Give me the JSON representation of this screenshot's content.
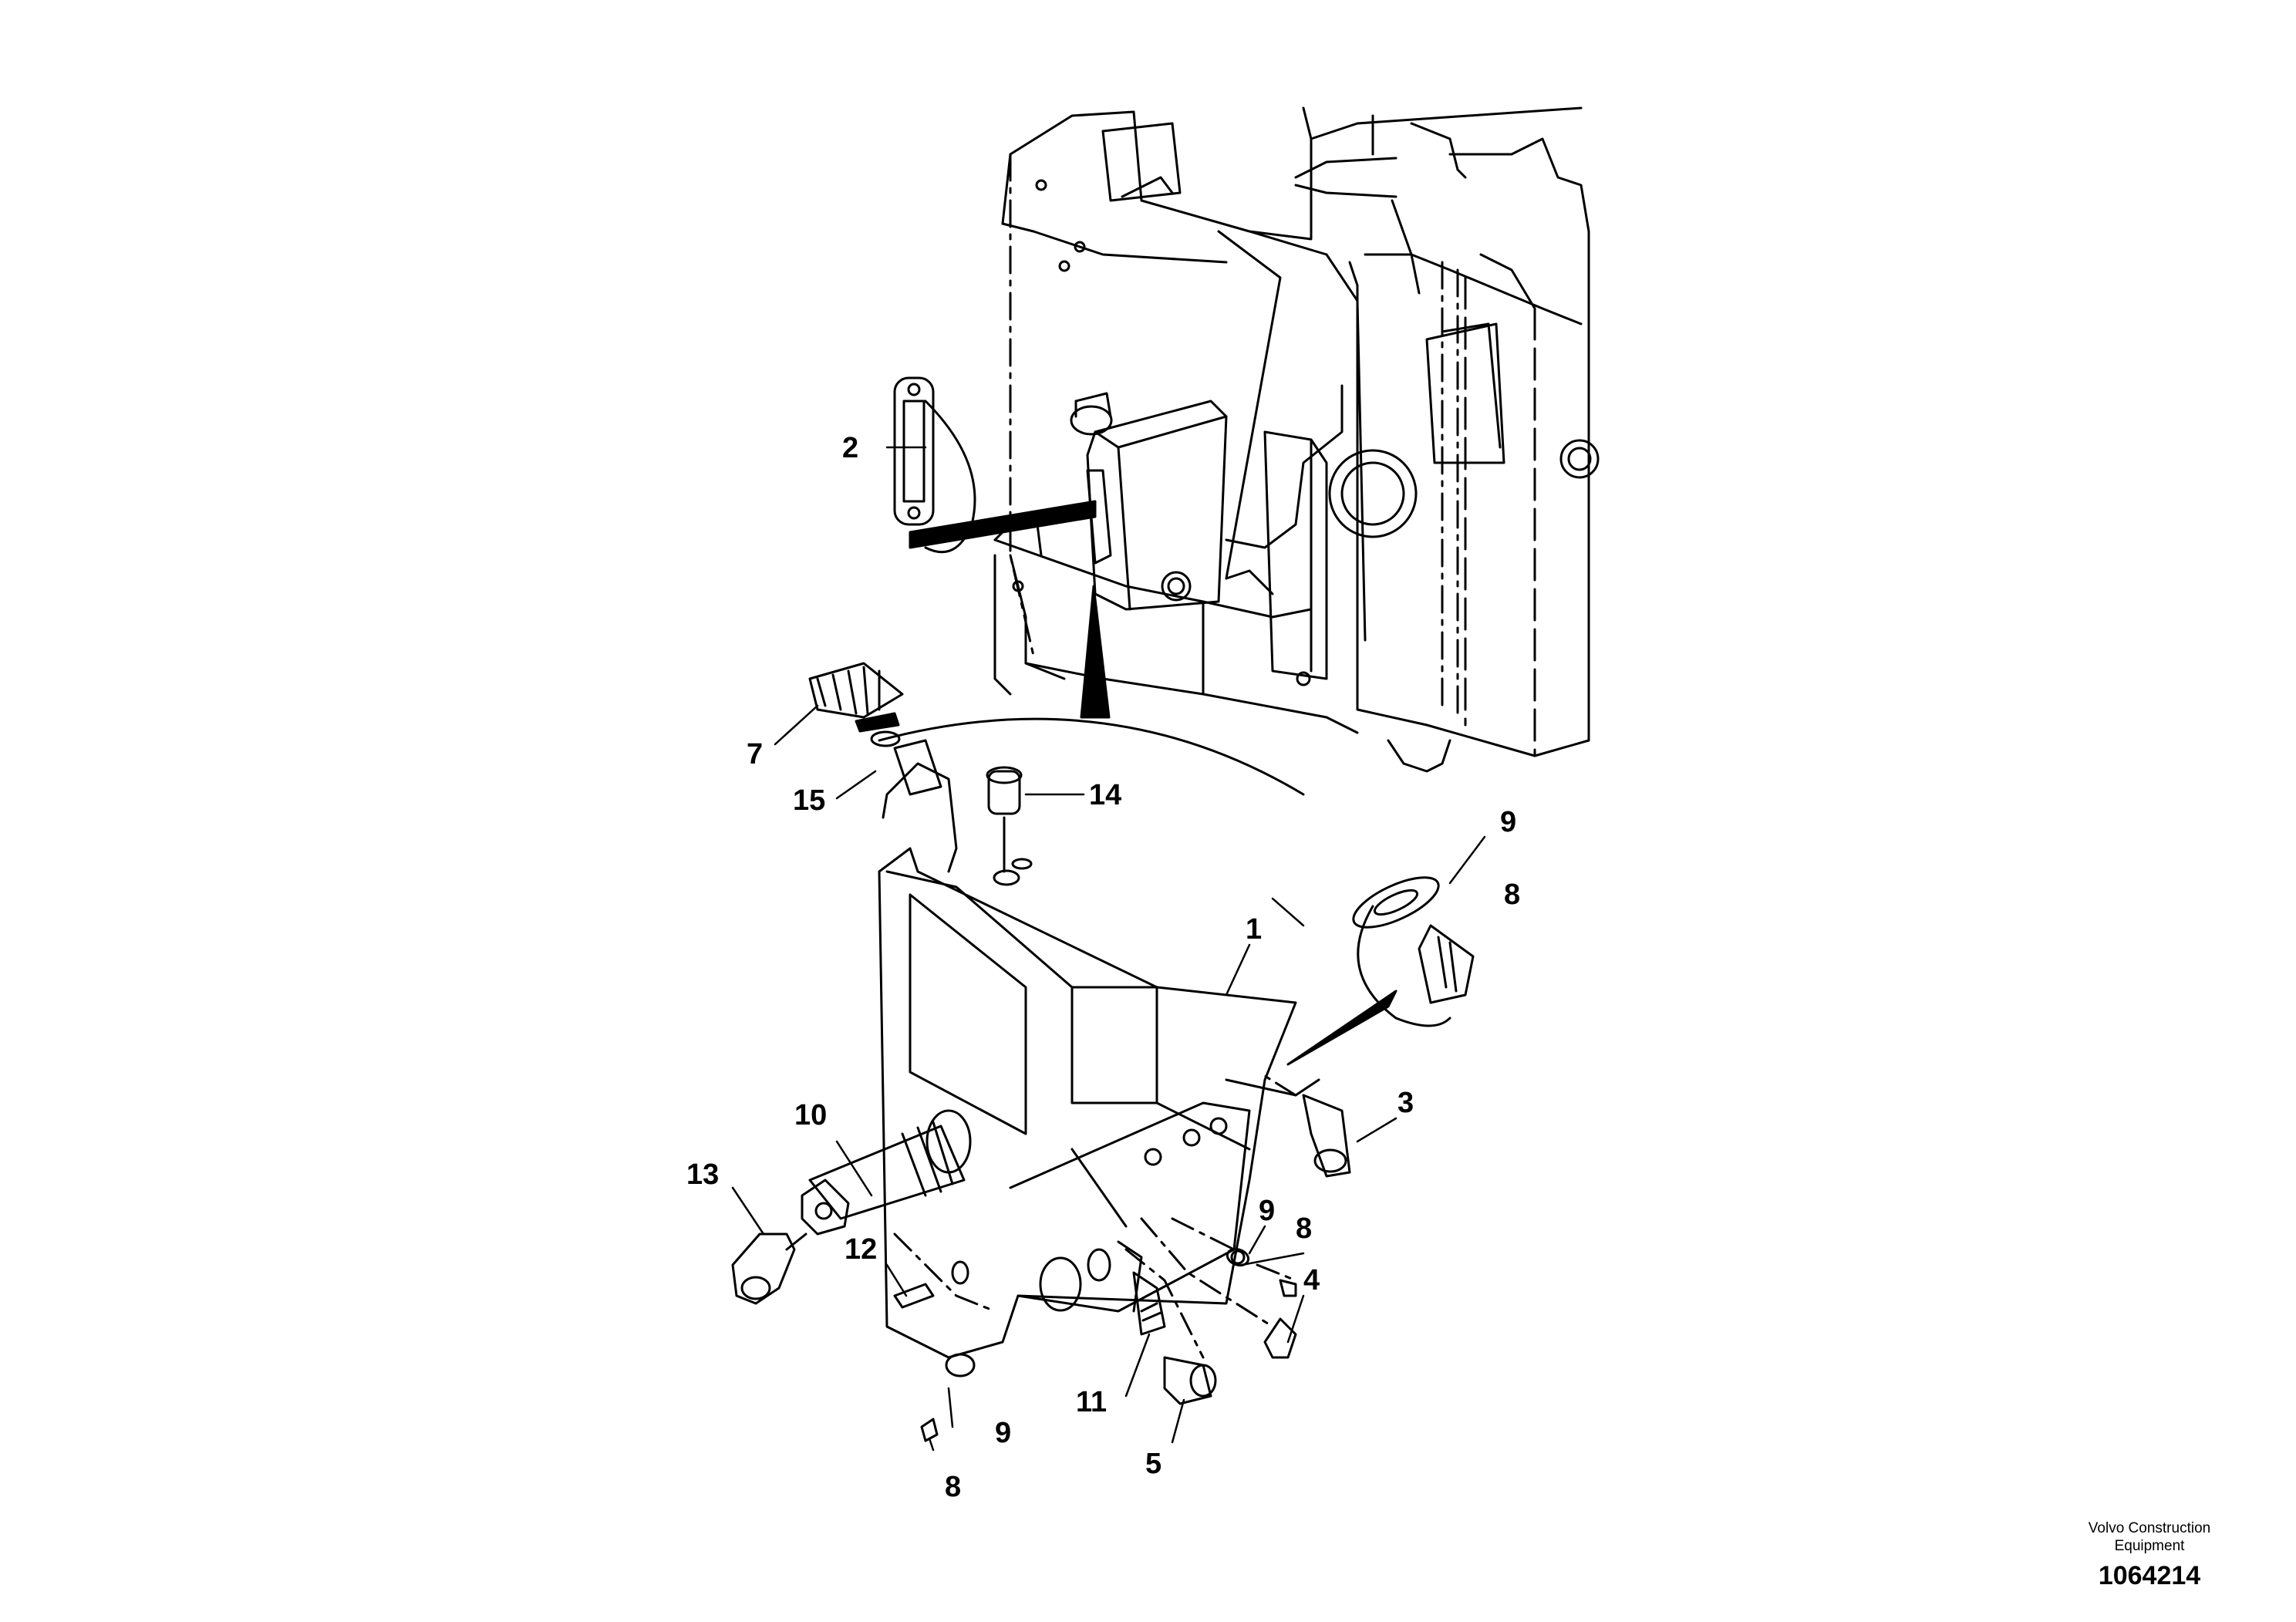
{
  "callouts": {
    "c1": "1",
    "c2": "2",
    "c3": "3",
    "c4": "4",
    "c5": "5",
    "c7": "7",
    "c8a": "8",
    "c8b": "8",
    "c8c": "8",
    "c9a": "9",
    "c9b": "9",
    "c9c": "9",
    "c10": "10",
    "c11": "11",
    "c12": "12",
    "c13": "13",
    "c14": "14",
    "c15": "15"
  },
  "credit": {
    "maker_line1": "Volvo Construction",
    "maker_line2": "Equipment",
    "illustration_number": "1064214"
  }
}
